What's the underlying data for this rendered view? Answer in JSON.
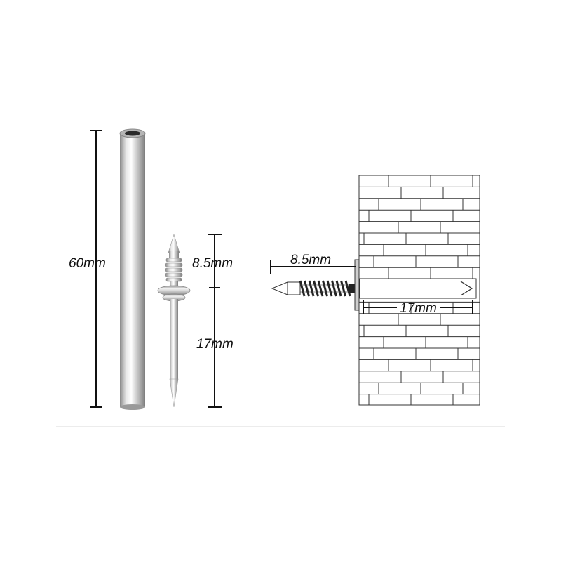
{
  "labels": {
    "tube_length": "60mm",
    "nail_head_length": "8.5mm",
    "nail_shank_length": "17mm",
    "screw_length": "8.5mm",
    "embed_depth": "17mm"
  },
  "colors": {
    "line": "#111111",
    "metal_dark": "#8f8f8f",
    "metal_mid": "#cfcfcf",
    "metal_light": "#f4f4f4",
    "wall_stroke": "#333333",
    "separator": "#e6e6e6"
  }
}
